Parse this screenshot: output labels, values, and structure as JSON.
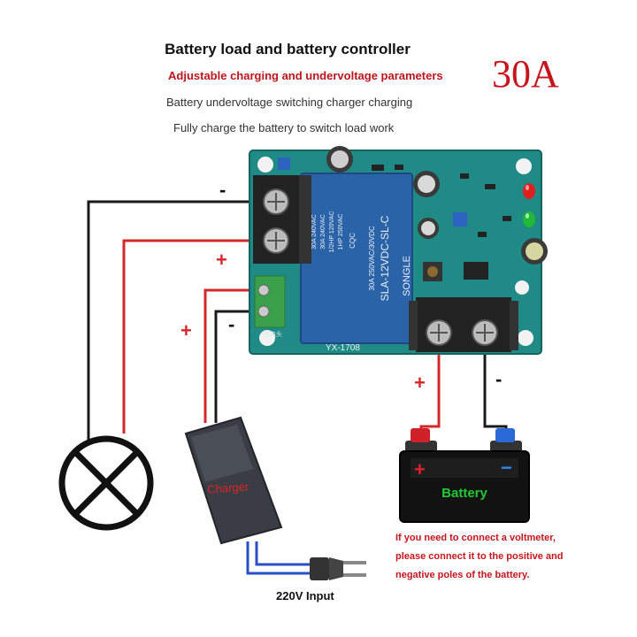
{
  "header": {
    "title": "Battery load and battery controller",
    "subtitle": "Adjustable charging and undervoltage parameters",
    "badge": "30A",
    "line1": "Battery undervoltage switching charger charging",
    "line2": "Fully charge the battery to switch load work"
  },
  "board": {
    "model": "YX-1708",
    "relay_brand": "SONGLE",
    "relay_part": "SLA-12VDC-SL-C",
    "relay_rating_1": "30A 250VAC/30VDC",
    "relay_rating_2": "30A 240VAC",
    "relay_rating_3": "1/2HP 120VAC",
    "relay_rating_4": "30A 240VAC",
    "relay_rating_5": "1HP 250VAC",
    "cqc": "CQC",
    "charge_label": "充电头"
  },
  "terminals": {
    "load_minus": "-",
    "load_plus": "+",
    "charger_plus": "+",
    "charger_minus": "-",
    "battery_plus": "+",
    "battery_minus": "-"
  },
  "charger": {
    "label": "Charger"
  },
  "battery": {
    "label": "Battery",
    "plus": "+",
    "minus": "−"
  },
  "mains": {
    "label": "220V Input"
  },
  "note": {
    "line1": "If you need to connect a voltmeter,",
    "line2": "please connect it to the positive and",
    "line3": "negative poles of the battery."
  },
  "colors": {
    "board": "#1f8a86",
    "relay": "#2a63a8",
    "wire_red": "#d22a2a",
    "wire_black": "#1a1a1a",
    "wire_blue": "#2a4fc8",
    "accent_red": "#c8141c"
  }
}
